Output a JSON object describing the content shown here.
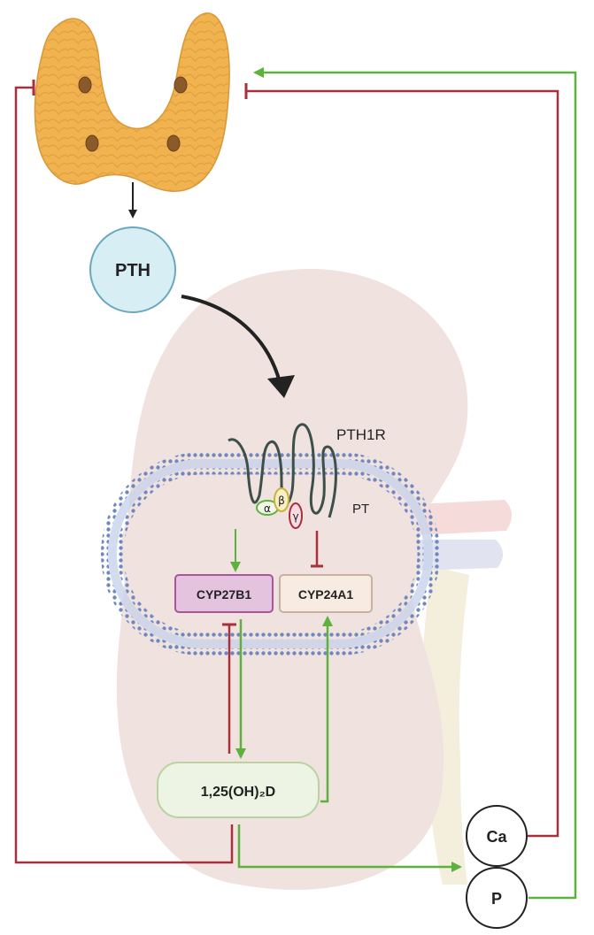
{
  "nodes": {
    "pth": "PTH",
    "pth1r": "PTH1R",
    "pt": "PT",
    "cyp27b1": "CYP27B1",
    "cyp24a1": "CYP24A1",
    "vitd": "1,25(OH)₂D",
    "ca": "Ca",
    "p": "P"
  },
  "gprotein": {
    "alpha": "α",
    "beta": "β",
    "gamma": "γ"
  },
  "colors": {
    "activation": "#5cb23c",
    "inhibition": "#a8303e",
    "neutral": "#222222",
    "thyroid": "#f0b34f",
    "kidney": "#efe2df",
    "membrane": "#6f88c0",
    "pth_fill": "#d8eef5",
    "cyp27b1_fill": "#e4c3df",
    "cyp24a1_fill": "#f7ebe2",
    "vitd_fill": "#edf4e3"
  }
}
